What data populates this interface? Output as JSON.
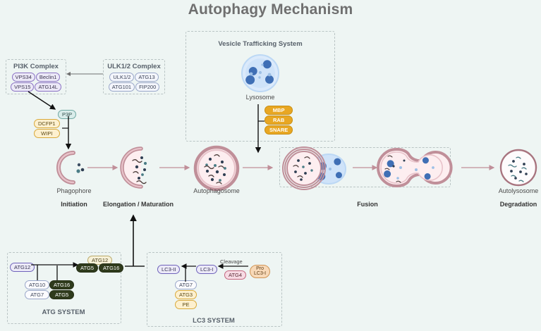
{
  "title": "Autophagy Mechanism",
  "colors": {
    "background": "#eef5f3",
    "title": "#6f6f6f",
    "membrane": "#c08f99",
    "membrane_fill": "#fdeef0",
    "lysosome": "#c5ddf5",
    "lysosome_enzyme": "#3f6fb5",
    "arrow_pink": "#c08f99",
    "arrow_dark": "#111111",
    "dashed_border": "#b9c4c4"
  },
  "groups": {
    "pi3k": {
      "title": "PI3K Complex",
      "members": [
        "VPS34",
        "Beclin1",
        "VPS15",
        "ATG14L"
      ]
    },
    "ulk": {
      "title": "ULK1/2 Complex",
      "members": [
        "ULK1/2",
        "ATG13",
        "ATG101",
        "FIP200"
      ]
    },
    "vesicle": {
      "title": "Vesicle Trafficking System",
      "organelle_label": "Lysosome",
      "tethers": [
        "MBP",
        "RAB",
        "SNARE"
      ]
    },
    "atg_system": {
      "title": "ATG SYSTEM",
      "substrate": "ATG12",
      "enzymes_e1e2": [
        "ATG10",
        "ATG7"
      ],
      "partners": [
        "ATG16",
        "ATG5"
      ],
      "complex": [
        "ATG12",
        "ATG5",
        "ATG16"
      ]
    },
    "lc3_system": {
      "title": "LC3 SYSTEM",
      "precursor_line1": "Pro",
      "precursor_line2": "LC3-I",
      "cleavage_label": "Cleavage",
      "protease": "ATG4",
      "lc3_i": "LC3-I",
      "lc3_ii": "LC3-II",
      "conjugation": [
        "ATG7",
        "ATG3",
        "PE"
      ]
    }
  },
  "intermediates": {
    "p3p": "P3P",
    "effectors": [
      "DCFP1",
      "WIPI"
    ]
  },
  "stages": [
    {
      "name": "Phagophore",
      "phase": "Initiation"
    },
    {
      "name": "",
      "phase": "Elongation / Maturation"
    },
    {
      "name": "Autophagosome",
      "phase": ""
    },
    {
      "name": "",
      "phase": "Fusion"
    },
    {
      "name": "Autolysosome",
      "phase": "Degradation"
    }
  ],
  "icons": {
    "lysosome": "lysosome-vesicle-icon",
    "phagophore": "crescent-membrane-icon",
    "autophagosome": "double-membrane-vesicle-icon",
    "autolysosome": "single-membrane-vesicle-icon"
  }
}
